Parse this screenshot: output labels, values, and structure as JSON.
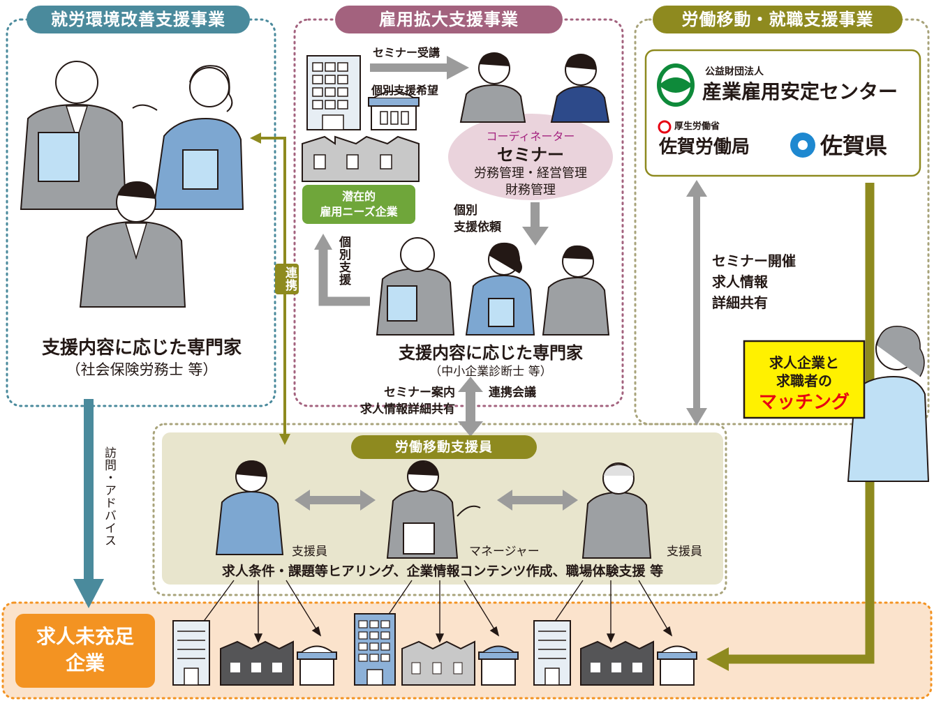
{
  "colors": {
    "teal": "#4a8a9c",
    "plum": "#a3627e",
    "olive": "#8e8a1f",
    "khaki_bg": "#e8e5cd",
    "peach_bg": "#fbe3cc",
    "orange": "#f39322",
    "green": "#6fa63a",
    "pink_bubble": "#ead3dc",
    "gray_arrow": "#9b9b9b",
    "yellow": "#fff100",
    "red": "#e60012",
    "navy": "#1d2088"
  },
  "left_section": {
    "header": "就労環境改善支援事業",
    "expert_title": "支援内容に応じた専門家",
    "expert_sub": "（社会保険労務士 等）",
    "visit_label": "訪問・アドバイス"
  },
  "middle_section": {
    "header": "雇用拡大支援事業",
    "seminar_attend": "セミナー受講",
    "individual_request": "個別支援希望",
    "potential_label": "潜在的\n雇用ニーズ企業",
    "coordinator": "コーディネーター",
    "seminar": "セミナー",
    "seminar_topics_1": "労務管理・経営管理",
    "seminar_topics_2": "財務管理",
    "support_request": "個別\n支援依頼",
    "individual_support": "個別支援",
    "expert_title": "支援内容に応じた専門家",
    "expert_sub": "（中小企業診断士 等）",
    "seminar_guide_1": "セミナー案内",
    "seminar_guide_2": "求人情報詳細共有",
    "liaison_meeting": "連携会議"
  },
  "link_label": "連携",
  "right_section": {
    "header": "労働移動・就職支援事業",
    "org_small": "公益財団法人",
    "org_name": "産業雇用安定センター",
    "ministry": "厚生労働省",
    "saga_bureau": "佐賀労働局",
    "saga_pref": "佐賀県",
    "share_1": "セミナー開催",
    "share_2": "求人情報",
    "share_3": "詳細共有",
    "sign_1": "求人企業と",
    "sign_2": "求職者の",
    "sign_3": "マッチング"
  },
  "staff_section": {
    "header": "労働移動支援員",
    "role_left": "支援員",
    "role_center": "マネージャー",
    "role_right": "支援員",
    "tasks": "求人条件・課題等ヒアリング、企業情報コンテンツ作成、職場体験支援 等"
  },
  "bottom_section": {
    "target_label": "求人未充足\n企業"
  }
}
